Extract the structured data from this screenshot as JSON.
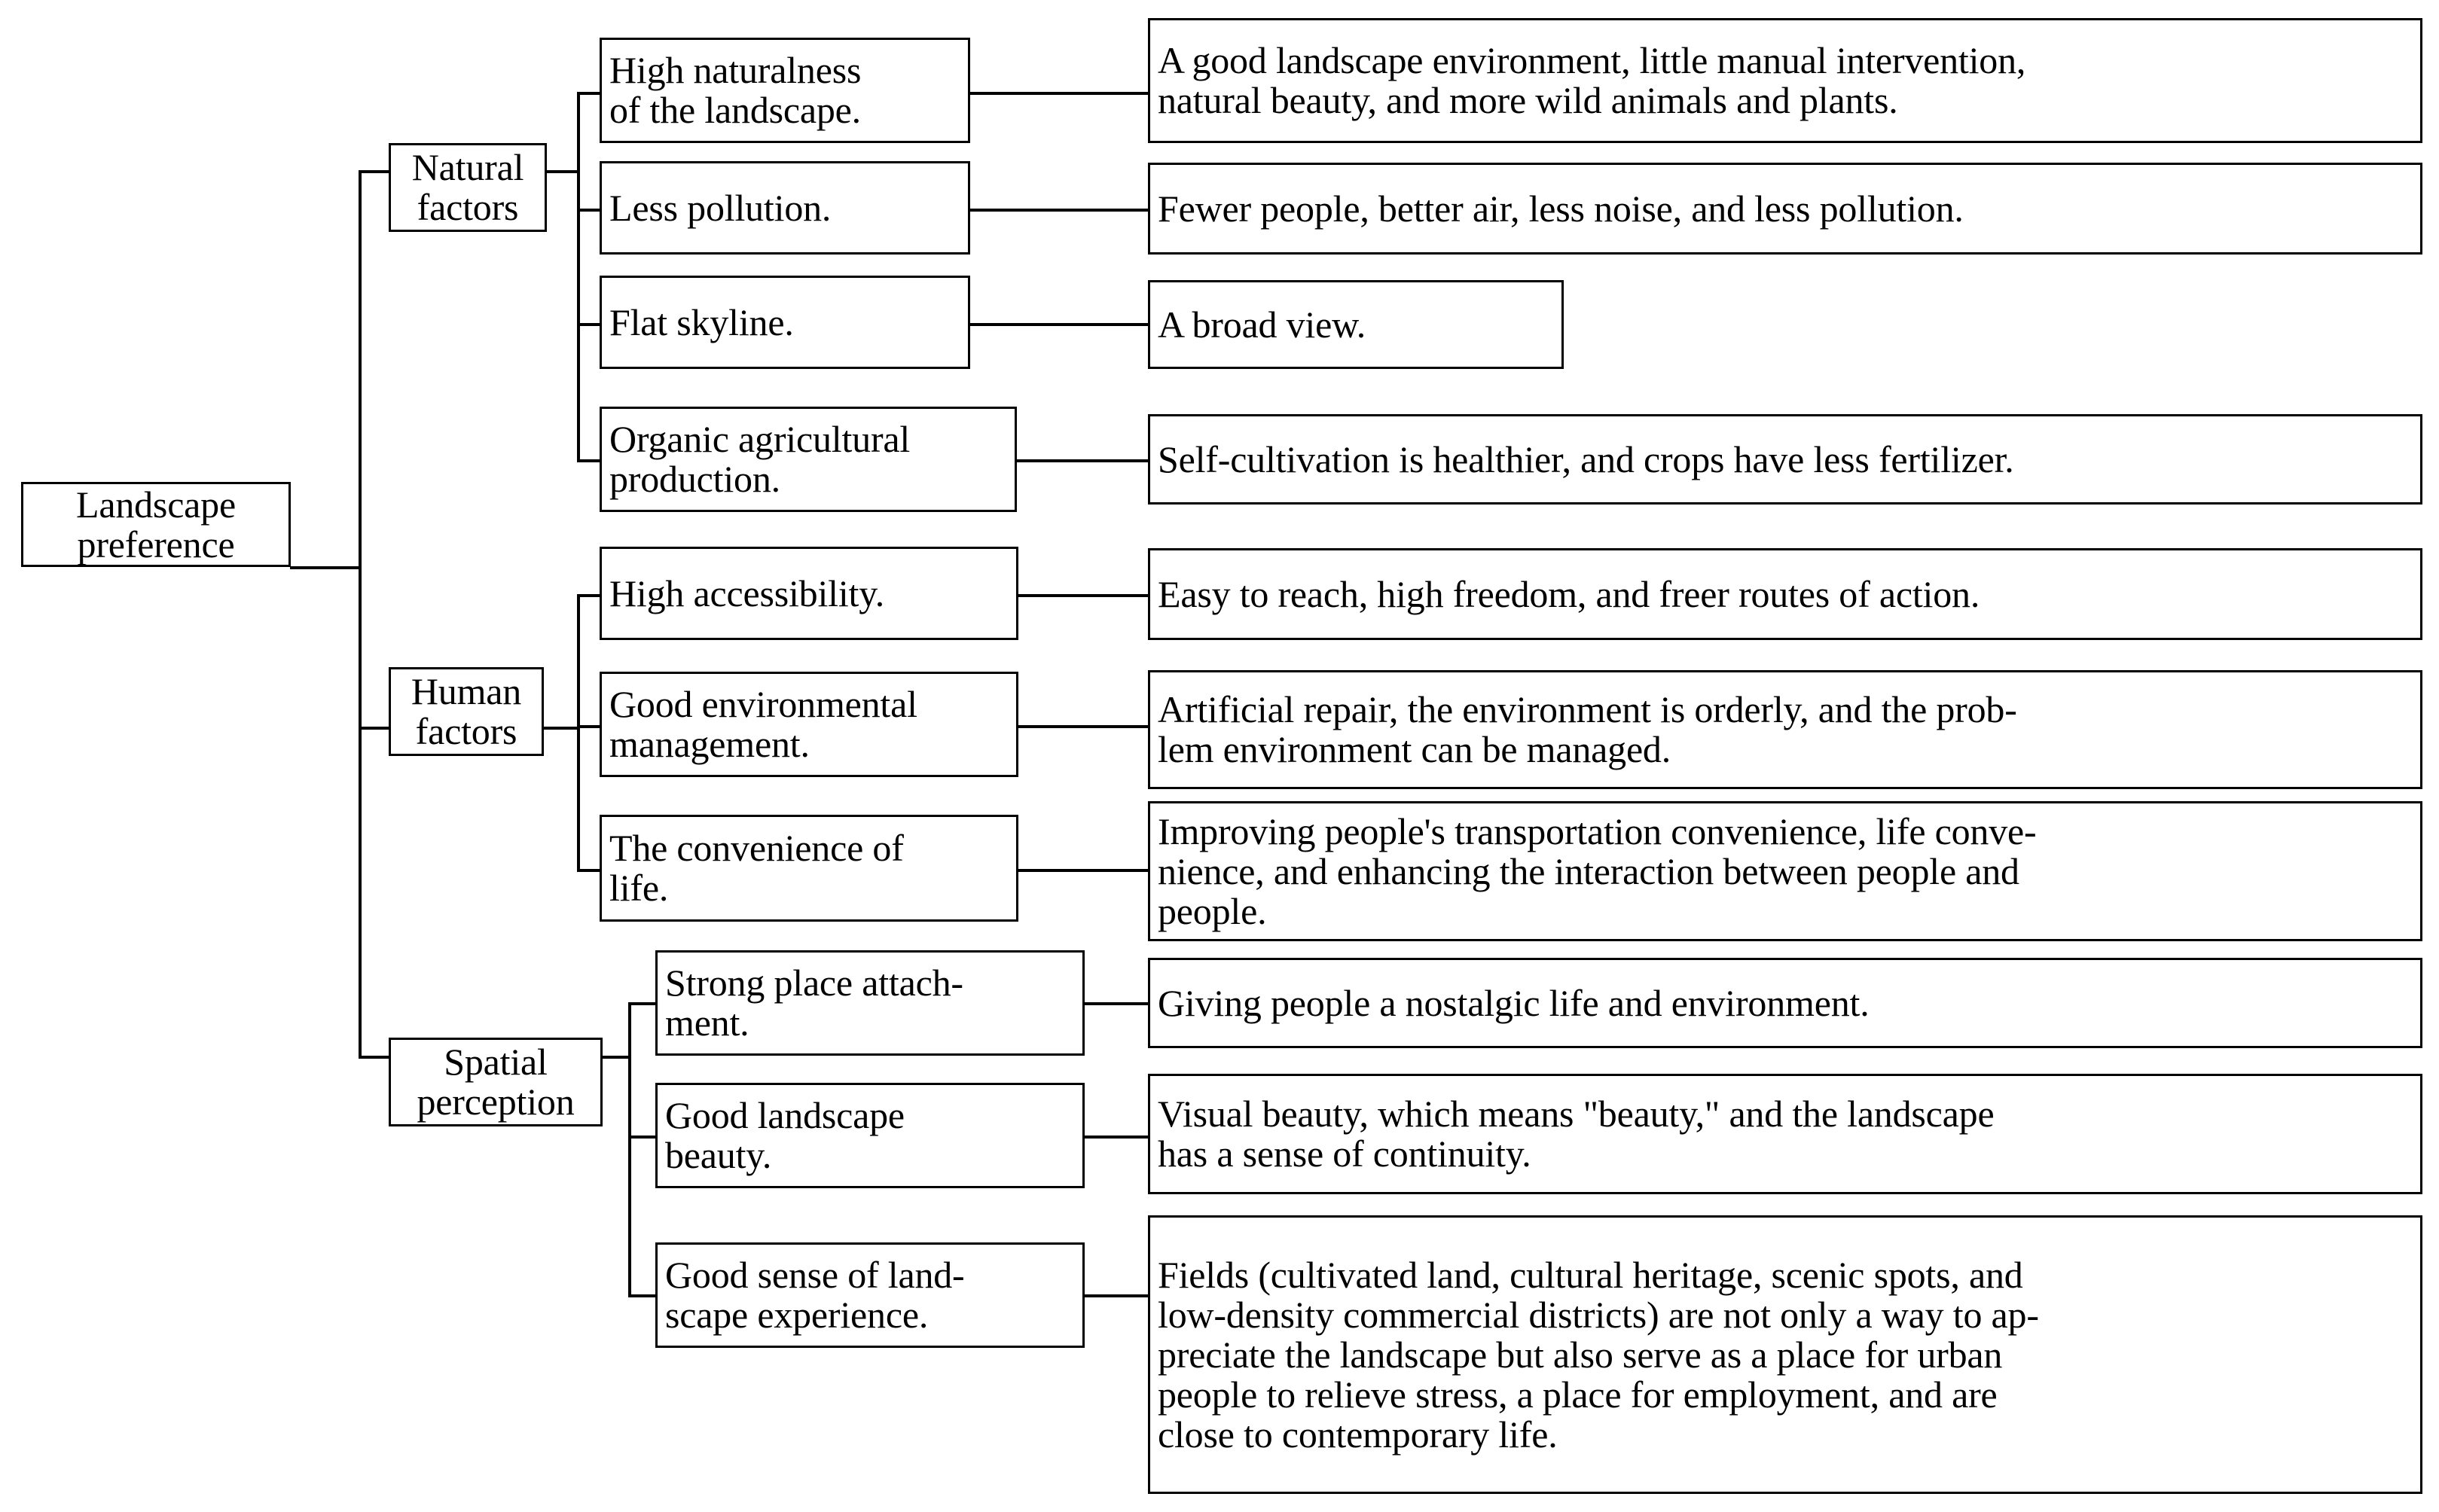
{
  "diagram": {
    "title": "Landscape preference factor tree",
    "root": {
      "label": "Landscape\npreference"
    },
    "branches": [
      {
        "name": "natural-factors",
        "label": "Natural\nfactors",
        "items": [
          {
            "label": "High naturalness\nof the landscape.",
            "description": "A good landscape environment, little manual intervention,\nnatural beauty, and more wild animals and plants."
          },
          {
            "label": "Less pollution.",
            "description": "Fewer people, better air, less noise, and less pollution."
          },
          {
            "label": "Flat skyline.",
            "description": "A broad view."
          },
          {
            "label": "Organic agricultural\nproduction.",
            "description": "Self-cultivation is healthier, and crops have less fertilizer."
          }
        ]
      },
      {
        "name": "human-factors",
        "label": "Human\nfactors",
        "items": [
          {
            "label": "High accessibility.",
            "description": "Easy to reach, high freedom, and freer routes of action."
          },
          {
            "label": "Good environmental\nmanagement.",
            "description": "Artificial repair, the environment is orderly, and the prob-\nlem environment can be managed."
          },
          {
            "label": "The convenience of\nlife.",
            "description": "Improving people's transportation convenience, life conve-\nnience, and enhancing the interaction between people and\npeople."
          }
        ]
      },
      {
        "name": "spatial-perception",
        "label": "Spatial\nperception",
        "items": [
          {
            "label": "Strong place attach-\nment.",
            "description": "Giving people a nostalgic life and environment."
          },
          {
            "label": "Good landscape\nbeauty.",
            "description": "Visual beauty, which means \"beauty,\" and the landscape\nhas a sense of continuity."
          },
          {
            "label": "Good sense of land-\nscape experience.",
            "description": "Fields (cultivated land, cultural heritage, scenic spots, and\nlow-density commercial districts) are not only a way to ap-\npreciate the landscape but also serve as a place for urban\npeople to relieve stress, a place for employment, and are\nclose to contemporary life."
          }
        ]
      }
    ],
    "colors": {
      "line": "#000000",
      "box_fill": "#ffffff",
      "text": "#000000"
    }
  }
}
